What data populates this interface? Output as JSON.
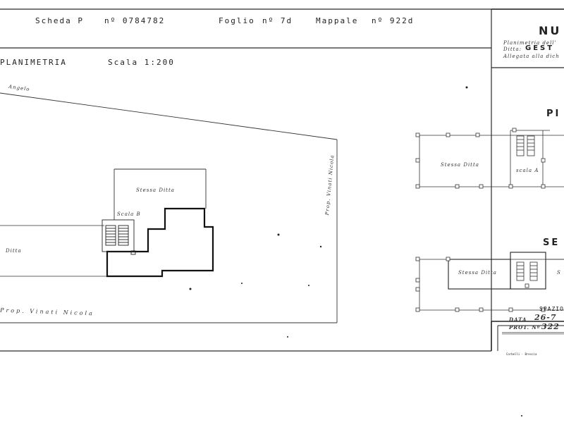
{
  "header": {
    "scheda_label": "Scheda P",
    "scheda_num": "nº 0784782",
    "foglio_label": "Foglio",
    "foglio_num": "nº 7d",
    "mappale_label": "Mappale",
    "mappale_num": "nº 922d"
  },
  "title_block": {
    "title": "NU",
    "line1": "Planimetria dell'",
    "ditta_label": "Ditta:",
    "ditta_value": "GEST",
    "line3": "Allegata alla dich"
  },
  "plan": {
    "title": "PLANIMETRIA",
    "scale": "Scala 1:200",
    "road_label": "Angelo",
    "neighbor_right": "Prop. Vinati Nicola",
    "neighbor_bottom": "Prop. Vinati Nicola",
    "upper_room": "Stessa Ditta",
    "stair_label": "Scala B",
    "left_room": "Ditta"
  },
  "right_plans": {
    "top_heading": "PI",
    "top_room": "Stessa Ditta",
    "top_stair": "scala A",
    "bottom_heading": "SE",
    "bottom_room": "Stessa Ditta",
    "bottom_extra": "S"
  },
  "stamp": {
    "title": "SPAZIO",
    "data_label": "DATA",
    "data_value": "26-7",
    "prot_label": "PROT. Nº",
    "prot_value": "322",
    "footer": "Corbelli · Brescia"
  }
}
